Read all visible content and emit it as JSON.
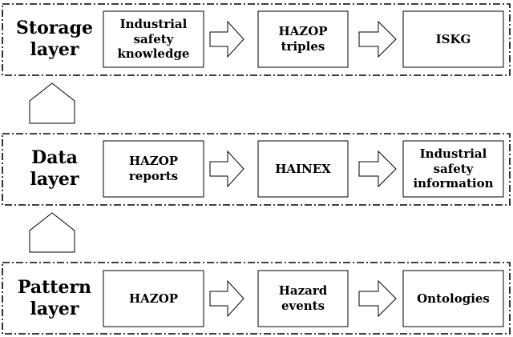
{
  "layers": [
    {
      "name": "Storage\nlayer",
      "nodes": [
        "Industrial\nsafety\nknowledge",
        "HAZOP\ntriples",
        "ISKG"
      ]
    },
    {
      "name": "Data\nlayer",
      "nodes": [
        "HAZOP\nreports",
        "HAINEX",
        "Industrial\nsafety\ninformation"
      ]
    },
    {
      "name": "Pattern\nlayer",
      "nodes": [
        "HAZOP",
        "Hazard\nevents",
        "Ontologies"
      ]
    }
  ]
}
